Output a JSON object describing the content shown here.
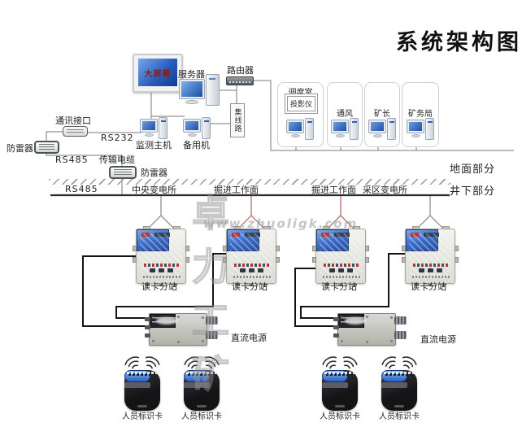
{
  "title": "系统架构图",
  "watermark": {
    "brand": "卓力工矿",
    "site": "www.zhuoligk.com"
  },
  "colors": {
    "screen_blue": "#2f6fd0",
    "station_body": "#e9e9e4",
    "wire_black": "#111111",
    "line_gray": "#777777",
    "v_connector_red": "#b06060",
    "lcd_blue": "#3a6bc8"
  },
  "surface": {
    "ground_label": "地面部分",
    "big_screen": "大屏幕",
    "server": "服务器",
    "router": "路由器",
    "hub": "集线路",
    "monitor_host": "监测主机",
    "backup_host": "备用机",
    "comm_interface": "通讯接口",
    "rs232": "RS232",
    "arrester_left": "防雷器",
    "rs485_top": "RS485",
    "cable": "传输电缆",
    "arrester_mid": "防雷器",
    "offices": [
      {
        "name": "调度室",
        "device": "投影仪"
      },
      {
        "name": "通风"
      },
      {
        "name": "矿长"
      },
      {
        "name": "矿务局"
      }
    ]
  },
  "underground": {
    "section_label": "井下部分",
    "rs485": "RS485",
    "locations": [
      "中央变电所",
      "掘进工作面",
      "掘进工作面",
      "采区变电所"
    ],
    "stations": [
      "读卡分站",
      "读卡分站",
      "读卡分站",
      "读卡分站"
    ],
    "power_labels": [
      "直流电源",
      "直流电源"
    ],
    "card_labels": [
      "人员标识卡",
      "人员标识卡",
      "人员标识卡",
      "人员标识卡"
    ]
  }
}
